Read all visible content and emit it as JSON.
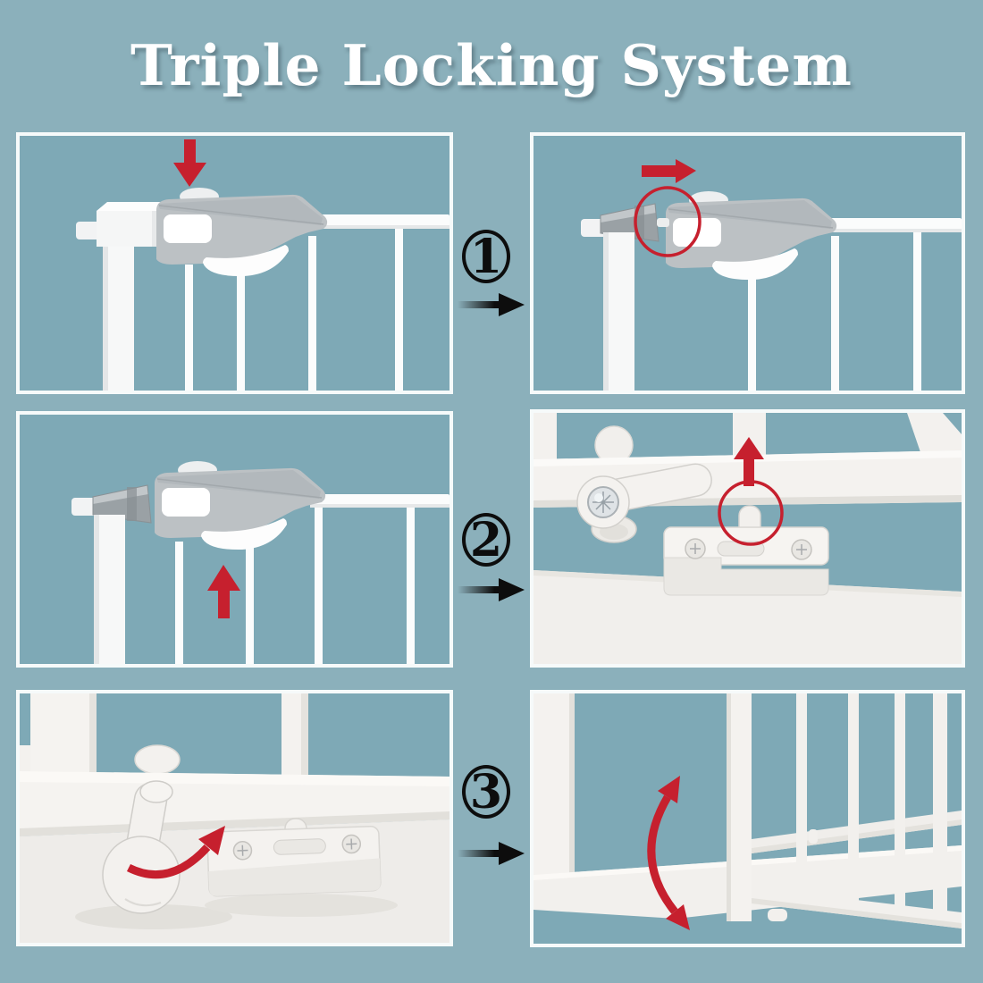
{
  "title": "Triple Locking System",
  "steps": [
    {
      "label": "1",
      "panel_left": "press latch button down",
      "panel_right": "slide latch toward opening"
    },
    {
      "label": "2",
      "panel_left": "lift gate handle up",
      "panel_right": "bottom peg lifts out of floor bracket"
    },
    {
      "label": "3",
      "panel_left": "rotate bottom lock knob",
      "panel_right": "gate swings open"
    }
  ],
  "colors": {
    "background": "#8bb0bb",
    "panel_interior": "#7ea9b6",
    "frame_white": "#f6fafa",
    "accent_red": "#c6202e",
    "black": "#0d0d0d",
    "latch_gray": "#bcc1c4",
    "product_white": "#f3f1ee"
  }
}
